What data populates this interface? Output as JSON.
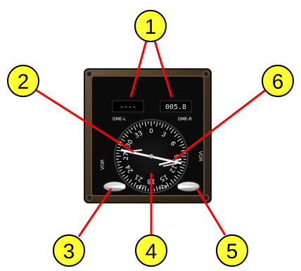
{
  "instrument": {
    "dme_left_display": "----",
    "dme_right_display": "005.8",
    "dme_left_label": "DME-L",
    "dme_right_label": "DME-R",
    "side_label_left": "VOR",
    "side_label_right": "VOR",
    "selector_label_center": "OFF",
    "selector_label_right": "ADF",
    "card_numbers": [
      "0",
      "3",
      "6",
      "9",
      "12",
      "15",
      "18",
      "21",
      "24",
      "27",
      "30",
      "33"
    ]
  },
  "callouts": [
    {
      "id": "1",
      "label": "1"
    },
    {
      "id": "2",
      "label": "2"
    },
    {
      "id": "3",
      "label": "3"
    },
    {
      "id": "4",
      "label": "4"
    },
    {
      "id": "5",
      "label": "5"
    },
    {
      "id": "6",
      "label": "6"
    }
  ],
  "colors": {
    "callout_fill": "#ffff33",
    "callout_stroke": "#000000",
    "leader_line": "#ff0000",
    "bezel": "#4a3a28",
    "face": "#111111",
    "dme_text": "#f0d060"
  }
}
